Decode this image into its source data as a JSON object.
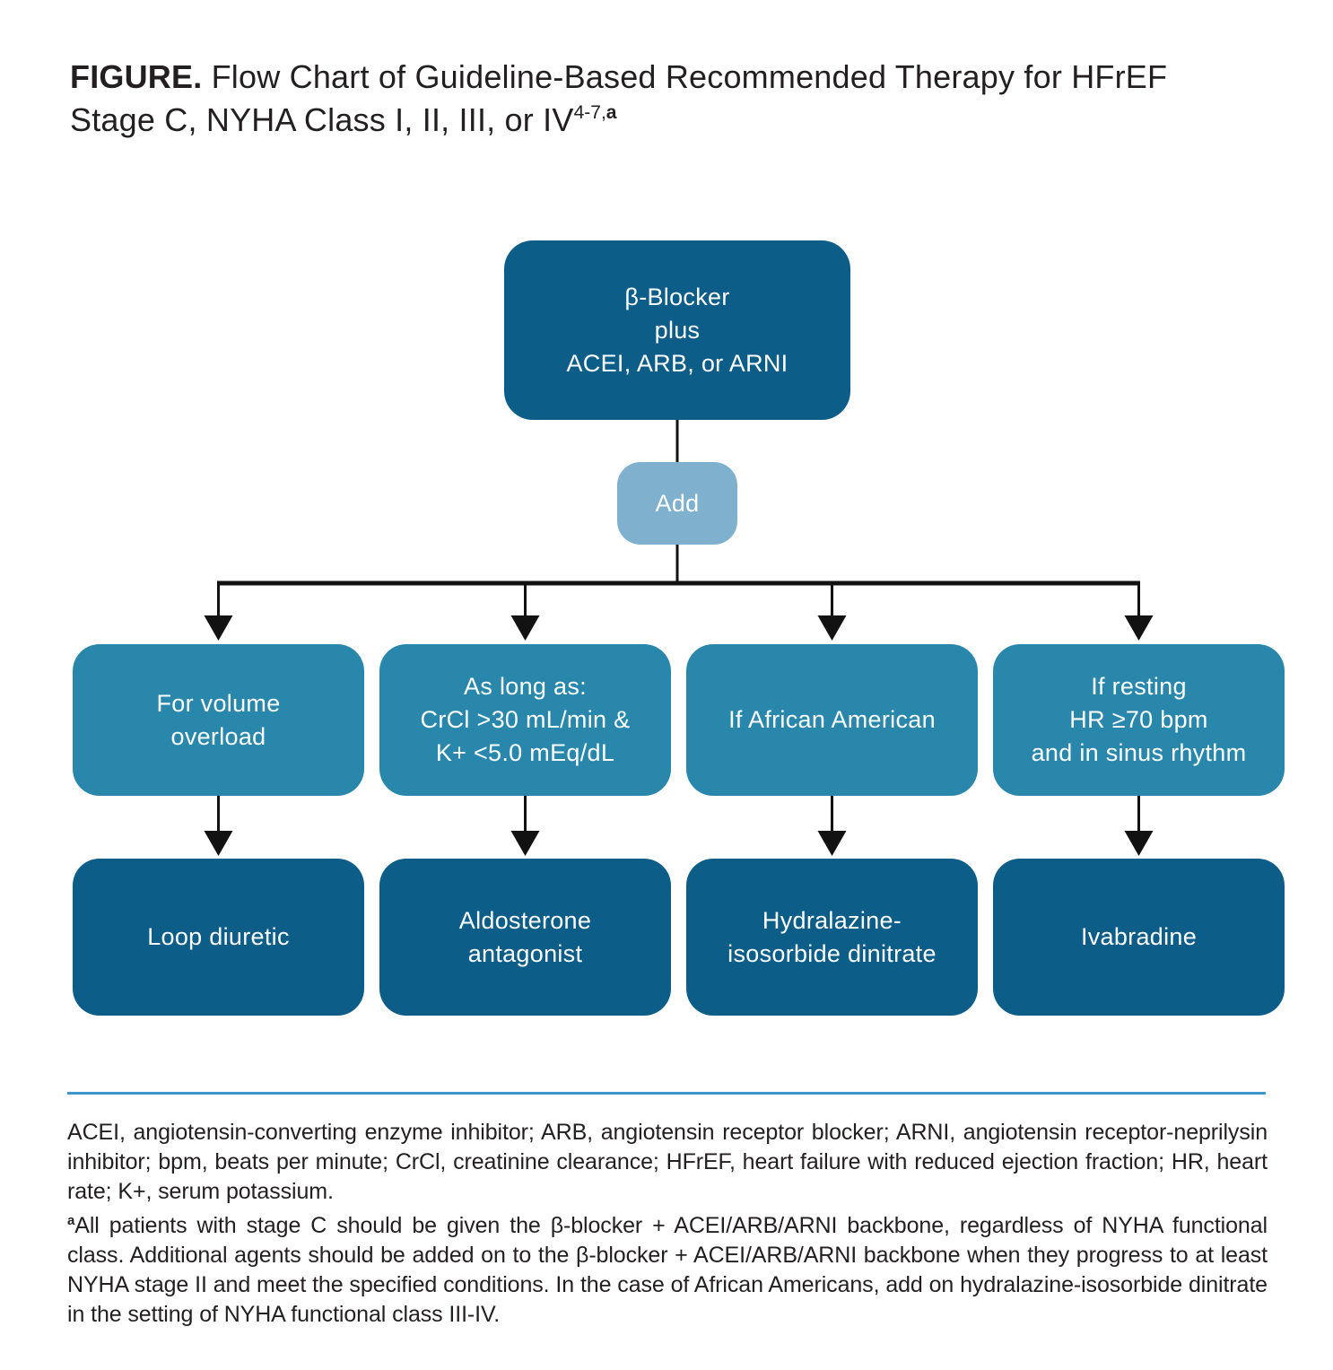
{
  "title": {
    "label": "FIGURE.",
    "text": " Flow Chart of Guideline-Based Recommended Therapy for HFrEF\nStage C, NYHA Class I, II, III, or IV",
    "reference_superscript": "4-7,",
    "footnote_marker": "a"
  },
  "flowchart": {
    "root_text": "β-Blocker\nplus\nACEI, ARB, or ARNI",
    "connector_label": "Add",
    "branches": [
      {
        "condition": "For volume\noverload",
        "therapy": "Loop diuretic"
      },
      {
        "condition": "As long as:\nCrCl >30 mL/min &\nK+ <5.0 mEq/dL",
        "therapy": "Aldosterone\nantagonist"
      },
      {
        "condition": "If African American",
        "therapy": "Hydralazine-\nisosorbide dinitrate"
      },
      {
        "condition": "If resting\nHR ≥70 bpm\nand in sinus rhythm",
        "therapy": "Ivabradine"
      }
    ]
  },
  "footnotes": {
    "abbreviations": "ACEI, angiotensin-converting enzyme inhibitor; ARB, angiotensin receptor blocker; ARNI, angiotensin receptor-neprilysin inhibitor; bpm, beats per minute; CrCl, creatinine clearance; HFrEF, heart failure with reduced ejection fraction; HR, heart rate; K+, serum potassium.",
    "note_marker": "a",
    "note": "All patients with stage C should be given the β-blocker + ACEI/ARB/ARNI backbone, regardless of NYHA functional class. Additional agents should be added on to the β-blocker + ACEI/ARB/ARNI backbone when they progress to at least NYHA stage II and meet the specified conditions. In the case of African Americans, add on hydralazine-isosorbide dinitrate in the setting of NYHA functional class III-IV."
  },
  "colors": {
    "dark_blue": "#0d5d89",
    "medium_blue": "#2987ab",
    "light_blue": "#7fb0cd",
    "rule_blue": "#3e96cb",
    "text": "#231f20",
    "line": "#121212"
  }
}
